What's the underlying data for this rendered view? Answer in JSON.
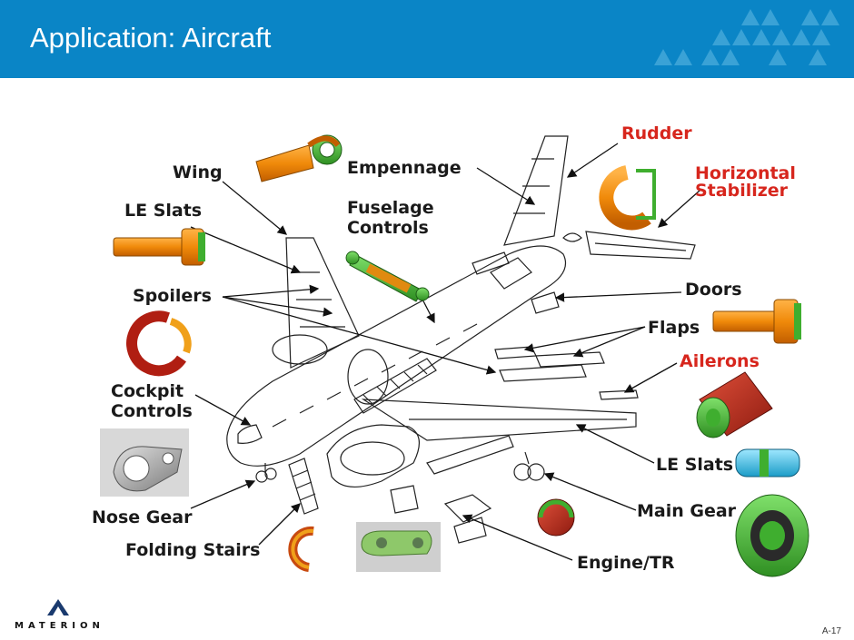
{
  "header": {
    "title": "Application: Aircraft"
  },
  "labels": {
    "wing": "Wing",
    "le_slats_top": "LE Slats",
    "spoilers": "Spoilers",
    "cockpit_controls_line1": "Cockpit",
    "cockpit_controls_line2": "Controls",
    "nose_gear": "Nose Gear",
    "folding_stairs": "Folding Stairs",
    "empennage": "Empennage",
    "fuselage_controls_line1": "Fuselage",
    "fuselage_controls_line2": "Controls",
    "rudder": "Rudder",
    "horizontal_stabilizer_line1": "Horizontal",
    "horizontal_stabilizer_line2": "Stabilizer",
    "doors": "Doors",
    "flaps": "Flaps",
    "ailerons": "Ailerons",
    "le_slats_bottom": "LE Slats",
    "main_gear": "Main Gear",
    "engine_tr": "Engine/TR"
  },
  "colors": {
    "header_bg": "#0a85c6",
    "highlight_label": "#d7261d",
    "label": "#1a1a1a"
  },
  "footer": {
    "logo_text": "MATERION",
    "page_number": "A-17"
  }
}
